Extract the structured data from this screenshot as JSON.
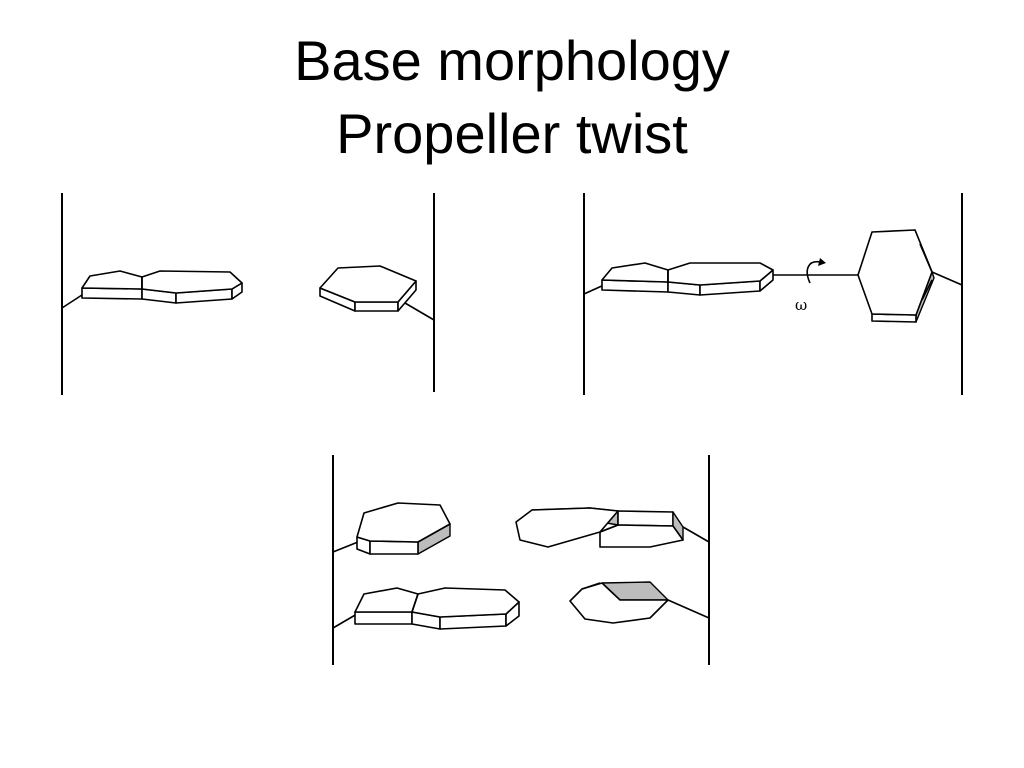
{
  "title": {
    "line1": "Base morphology",
    "line2": "Propeller twist"
  },
  "figure": {
    "panels": [
      {
        "id": "flat-base-pair",
        "description_visible": false
      },
      {
        "id": "twisted-base-pair"
      },
      {
        "id": "stacked-twisted-pairs"
      }
    ],
    "omega_label": "ω"
  }
}
